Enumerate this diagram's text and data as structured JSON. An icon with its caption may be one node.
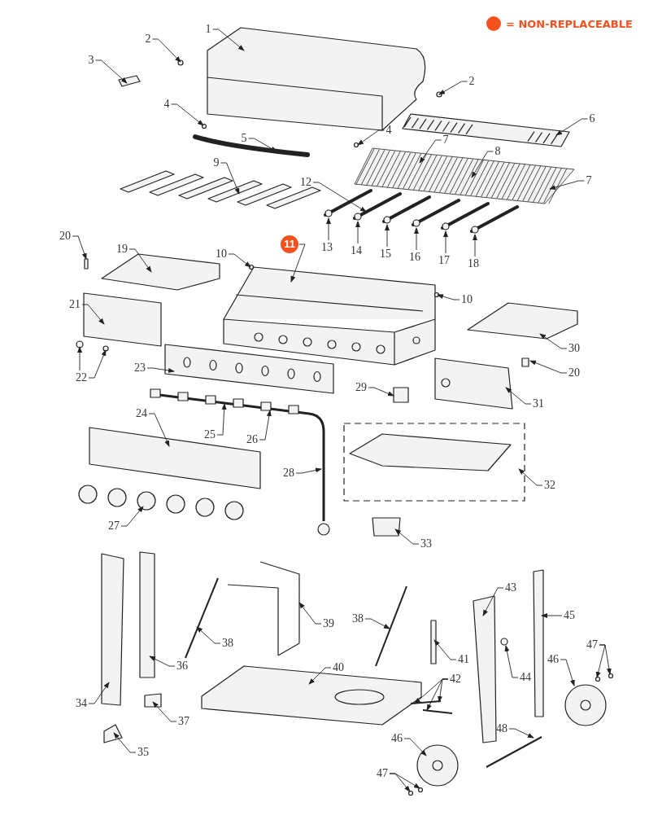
{
  "diagram": {
    "nodes": [
      {
        "text": [
          "1"
        ]
      },
      {
        "text": [
          "2"
        ]
      },
      {
        "text": [
          "3"
        ]
      },
      {
        "text": [
          "2"
        ]
      },
      {
        "text": [
          "4"
        ]
      },
      {
        "text": [
          "6"
        ]
      },
      {
        "text": [
          "5"
        ]
      },
      {
        "text": [
          "4"
        ]
      },
      {
        "text": [
          "7"
        ]
      },
      {
        "text": [
          "8"
        ]
      },
      {
        "text": [
          "7"
        ]
      },
      {
        "text": [
          "9"
        ]
      },
      {
        "text": [
          "12"
        ]
      },
      {
        "text": [
          "11"
        ]
      },
      {
        "text": [
          "10"
        ]
      },
      {
        "text": [
          "13"
        ]
      },
      {
        "text": [
          "14"
        ]
      },
      {
        "text": [
          "15"
        ]
      },
      {
        "text": [
          "16"
        ]
      },
      {
        "text": [
          "17"
        ]
      },
      {
        "text": [
          "18"
        ]
      },
      {
        "text": [
          "19"
        ]
      },
      {
        "text": [
          "20"
        ]
      },
      {
        "text": [
          "10"
        ]
      },
      {
        "text": [
          "21"
        ]
      },
      {
        "text": [
          "30"
        ]
      },
      {
        "text": [
          "22"
        ]
      },
      {
        "text": [
          "23"
        ]
      },
      {
        "text": [
          "20"
        ]
      },
      {
        "text": [
          "29"
        ]
      },
      {
        "text": [
          "31"
        ]
      },
      {
        "text": [
          "24"
        ]
      },
      {
        "text": [
          "25"
        ]
      },
      {
        "text": [
          "26"
        ]
      },
      {
        "text": [
          "28"
        ]
      },
      {
        "text": [
          "32"
        ]
      },
      {
        "text": [
          "27"
        ]
      },
      {
        "text": [
          "33"
        ]
      },
      {
        "text": [
          "43"
        ]
      },
      {
        "text": [
          "39"
        ]
      },
      {
        "text": [
          "38"
        ]
      },
      {
        "text": [
          "45"
        ]
      },
      {
        "text": [
          "38"
        ]
      },
      {
        "text": [
          "41"
        ]
      },
      {
        "text": [
          "47"
        ]
      },
      {
        "text": [
          "44"
        ]
      },
      {
        "text": [
          "46"
        ]
      },
      {
        "text": [
          "40"
        ]
      },
      {
        "text": [
          "36"
        ]
      },
      {
        "text": [
          "42"
        ]
      },
      {
        "text": [
          "37"
        ]
      },
      {
        "text": [
          "34"
        ]
      },
      {
        "text": [
          "48"
        ]
      },
      {
        "text": [
          "35"
        ]
      },
      {
        "text": [
          "46"
        ]
      },
      {
        "text": [
          "47"
        ]
      }
    ],
    "edges": [
      {
        "from": 0,
        "to": null,
        "arrow": "to"
      },
      {
        "from": 1,
        "to": null,
        "arrow": "to"
      },
      {
        "from": 2,
        "to": null,
        "arrow": "to"
      },
      {
        "from": 3,
        "to": null,
        "arrow": "to"
      },
      {
        "from": 4,
        "to": null,
        "arrow": "to"
      },
      {
        "from": 5,
        "to": null,
        "arrow": "to"
      },
      {
        "from": 6,
        "to": null,
        "arrow": "to"
      },
      {
        "from": 7,
        "to": null,
        "arrow": "to"
      },
      {
        "from": 8,
        "to": null,
        "arrow": "to"
      },
      {
        "from": 9,
        "to": null,
        "arrow": "to"
      },
      {
        "from": 10,
        "to": null,
        "arrow": "to"
      },
      {
        "from": 11,
        "to": null,
        "arrow": "to"
      },
      {
        "from": 12,
        "to": null,
        "arrow": "to"
      },
      {
        "from": 13,
        "to": null,
        "arrow": "to"
      },
      {
        "from": 14,
        "to": null,
        "arrow": "to"
      },
      {
        "from": 15,
        "to": null,
        "arrow": "to"
      },
      {
        "from": 16,
        "to": null,
        "arrow": "to"
      },
      {
        "from": 17,
        "to": null,
        "arrow": "to"
      },
      {
        "from": 18,
        "to": null,
        "arrow": "to"
      },
      {
        "from": 19,
        "to": null,
        "arrow": "to"
      },
      {
        "from": 20,
        "to": null,
        "arrow": "to"
      },
      {
        "from": 21,
        "to": null,
        "arrow": "to"
      },
      {
        "from": 22,
        "to": null,
        "arrow": "to"
      },
      {
        "from": 23,
        "to": null,
        "arrow": "to"
      },
      {
        "from": 24,
        "to": null,
        "arrow": "to"
      },
      {
        "from": 25,
        "to": null,
        "arrow": "to"
      },
      {
        "from": 26,
        "to": null,
        "arrow": "to"
      },
      {
        "from": 26,
        "to": null,
        "arrow": "to"
      },
      {
        "from": 27,
        "to": null,
        "arrow": "to"
      },
      {
        "from": 28,
        "to": null,
        "arrow": "to"
      },
      {
        "from": 29,
        "to": null,
        "arrow": "to"
      },
      {
        "from": 30,
        "to": null,
        "arrow": "to"
      },
      {
        "from": 31,
        "to": null,
        "arrow": "to"
      },
      {
        "from": 32,
        "to": null,
        "arrow": "to"
      },
      {
        "from": 33,
        "to": null,
        "arrow": "to"
      },
      {
        "from": 34,
        "to": null,
        "arrow": "to"
      },
      {
        "from": 35,
        "to": null,
        "arrow": "to"
      },
      {
        "from": 36,
        "to": null,
        "arrow": "to"
      },
      {
        "from": 37,
        "to": null,
        "arrow": "to"
      },
      {
        "from": 38,
        "to": null,
        "arrow": "to"
      },
      {
        "from": 39,
        "to": null,
        "arrow": "to"
      },
      {
        "from": 40,
        "to": null,
        "arrow": "to"
      },
      {
        "from": 41,
        "to": null,
        "arrow": "to"
      },
      {
        "from": 42,
        "to": null,
        "arrow": "to"
      },
      {
        "from": 43,
        "to": null,
        "arrow": "to"
      },
      {
        "from": 44,
        "to": null,
        "arrow": "to"
      },
      {
        "from": 44,
        "to": null,
        "arrow": "to"
      },
      {
        "from": 45,
        "to": null,
        "arrow": "to"
      },
      {
        "from": 46,
        "to": null,
        "arrow": "to"
      },
      {
        "from": 47,
        "to": null,
        "arrow": "to"
      },
      {
        "from": 48,
        "to": null,
        "arrow": "to"
      },
      {
        "from": 49,
        "to": null,
        "arrow": "to"
      },
      {
        "from": 49,
        "to": null,
        "arrow": "to"
      },
      {
        "from": 49,
        "to": null,
        "arrow": "to"
      },
      {
        "from": 50,
        "to": null,
        "arrow": "to"
      },
      {
        "from": 51,
        "to": null,
        "arrow": "to"
      },
      {
        "from": 52,
        "to": null,
        "arrow": "to"
      },
      {
        "from": 53,
        "to": null,
        "arrow": "to"
      },
      {
        "from": 54,
        "to": null,
        "arrow": "to"
      },
      {
        "from": 55,
        "to": null,
        "arrow": "to"
      },
      {
        "from": 55,
        "to": null,
        "arrow": "to"
      }
    ],
    "legend": [
      {
        "text": "= NON-REPLACEABLE",
        "color": "#f4511e"
      }
    ]
  }
}
